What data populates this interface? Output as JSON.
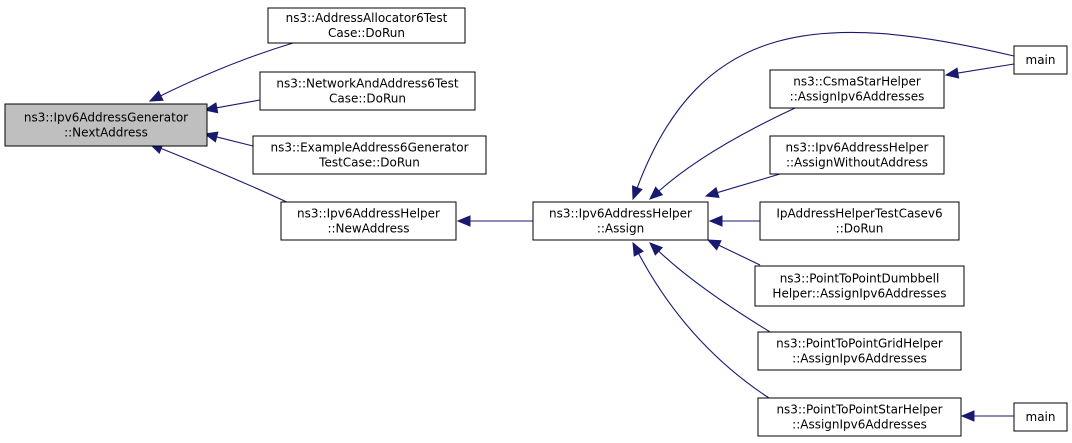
{
  "diagram": {
    "type": "call-graph",
    "colors": {
      "edge": "#191970",
      "node_fill": "#ffffff",
      "root_fill": "#bfbfbf",
      "border": "#000000"
    },
    "nodes": [
      {
        "id": "next_address",
        "lines": [
          "ns3::Ipv6AddressGenerator",
          "::NextAddress"
        ],
        "root": true,
        "interactable": false
      },
      {
        "id": "allocator_test",
        "lines": [
          "ns3::AddressAllocator6Test",
          "Case::DoRun"
        ],
        "root": false,
        "interactable": true
      },
      {
        "id": "network_test",
        "lines": [
          "ns3::NetworkAndAddress6Test",
          "Case::DoRun"
        ],
        "root": false,
        "interactable": true
      },
      {
        "id": "example_test",
        "lines": [
          "ns3::ExampleAddress6Generator",
          "TestCase::DoRun"
        ],
        "root": false,
        "interactable": true
      },
      {
        "id": "new_address",
        "lines": [
          "ns3::Ipv6AddressHelper",
          "::NewAddress"
        ],
        "root": false,
        "interactable": true
      },
      {
        "id": "assign",
        "lines": [
          "ns3::Ipv6AddressHelper",
          "::Assign"
        ],
        "root": false,
        "interactable": true
      },
      {
        "id": "main_top",
        "lines": [
          "main"
        ],
        "root": false,
        "interactable": true
      },
      {
        "id": "csma_star",
        "lines": [
          "ns3::CsmaStarHelper",
          "::AssignIpv6Addresses"
        ],
        "root": false,
        "interactable": true
      },
      {
        "id": "assign_without",
        "lines": [
          "ns3::Ipv6AddressHelper",
          "::AssignWithoutAddress"
        ],
        "root": false,
        "interactable": true
      },
      {
        "id": "ip_helper_test",
        "lines": [
          "IpAddressHelperTestCasev6",
          "::DoRun"
        ],
        "root": false,
        "interactable": true
      },
      {
        "id": "p2p_dumbbell",
        "lines": [
          "ns3::PointToPointDumbbell",
          "Helper::AssignIpv6Addresses"
        ],
        "root": false,
        "interactable": true
      },
      {
        "id": "p2p_grid",
        "lines": [
          "ns3::PointToPointGridHelper",
          "::AssignIpv6Addresses"
        ],
        "root": false,
        "interactable": true
      },
      {
        "id": "p2p_star",
        "lines": [
          "ns3::PointToPointStarHelper",
          "::AssignIpv6Addresses"
        ],
        "root": false,
        "interactable": true
      },
      {
        "id": "main_bottom",
        "lines": [
          "main"
        ],
        "root": false,
        "interactable": true
      }
    ],
    "edges": [
      {
        "from": "allocator_test",
        "to": "next_address"
      },
      {
        "from": "network_test",
        "to": "next_address"
      },
      {
        "from": "example_test",
        "to": "next_address"
      },
      {
        "from": "new_address",
        "to": "next_address"
      },
      {
        "from": "assign",
        "to": "new_address"
      },
      {
        "from": "main_top",
        "to": "assign"
      },
      {
        "from": "csma_star",
        "to": "assign"
      },
      {
        "from": "main_top",
        "to": "csma_star"
      },
      {
        "from": "assign_without",
        "to": "assign"
      },
      {
        "from": "ip_helper_test",
        "to": "assign"
      },
      {
        "from": "p2p_dumbbell",
        "to": "assign"
      },
      {
        "from": "p2p_grid",
        "to": "assign"
      },
      {
        "from": "p2p_star",
        "to": "assign"
      },
      {
        "from": "main_bottom",
        "to": "p2p_star"
      }
    ]
  }
}
